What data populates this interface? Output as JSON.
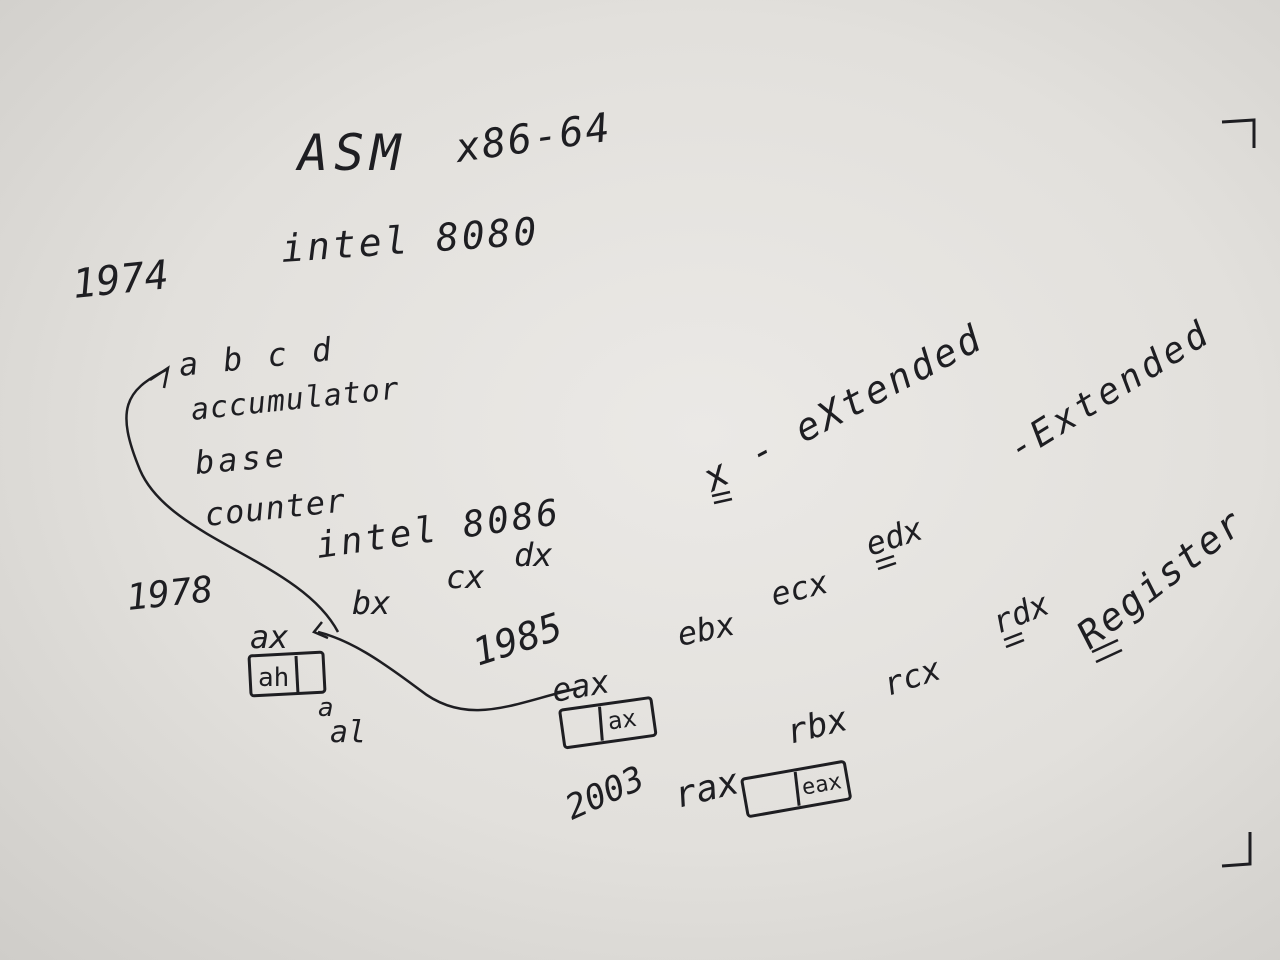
{
  "notes": {
    "title": "ASM",
    "arch": "x86-64",
    "cpu_8080": "intel 8080",
    "year_1974": "1974",
    "regs_8080": "a b c d",
    "accumulator": "accumulator",
    "base": "base",
    "counter": "counter",
    "cpu_8086": "intel 8086",
    "year_1978": "1978",
    "ax": "ax",
    "bx": "bx",
    "cx": "cx",
    "dx": "dx",
    "ah": "ah",
    "a": "a",
    "al": "al",
    "x_extended": "x - eXtended",
    "year_1985": "1985",
    "eax": "eax",
    "ebx": "ebx",
    "ecx": "ecx",
    "edx": "edx",
    "ax_box": "ax",
    "e_extended": "-Extended",
    "year_2003": "2003",
    "rax": "rax",
    "rbx": "rbx",
    "rcx": "rcx",
    "rdx": "rdx",
    "eax_box": "eax",
    "register": "Register"
  },
  "ink_color": "#1e1e22",
  "paper_color": "#e6e4e0"
}
